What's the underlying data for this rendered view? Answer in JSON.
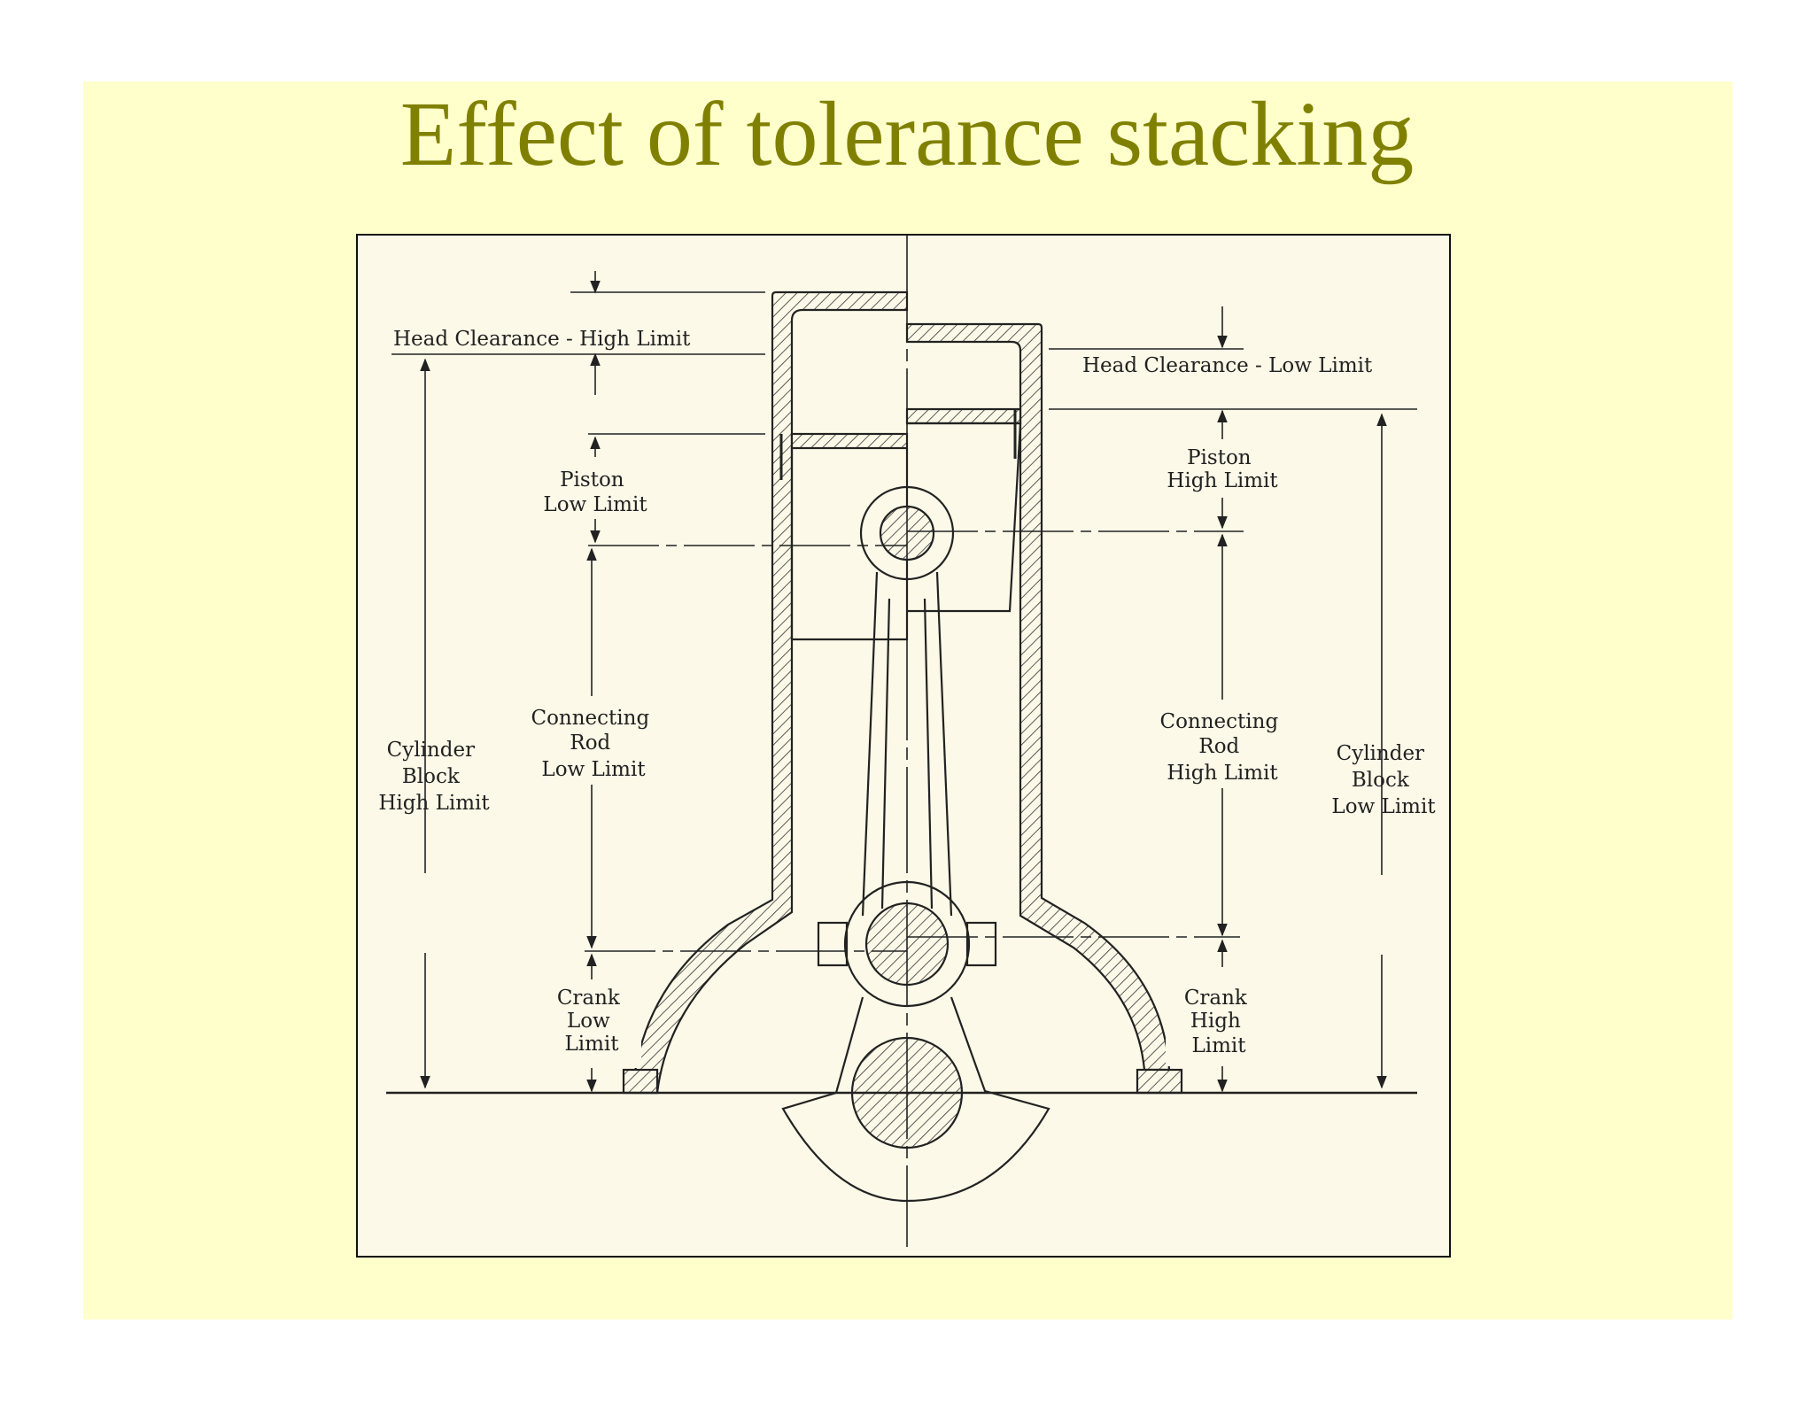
{
  "title": "Effect of tolerance stacking",
  "diagram": {
    "labels": {
      "head_high": "Head Clearance - High Limit",
      "head_low": "Head Clearance - Low Limit",
      "piston_low": [
        "Piston",
        "Low Limit"
      ],
      "piston_high": [
        "Piston",
        "High Limit"
      ],
      "rod_low": [
        "Connecting",
        "Rod",
        "Low Limit"
      ],
      "rod_high": [
        "Connecting",
        "Rod",
        "High Limit"
      ],
      "cyl_high": [
        "Cylinder",
        "Block",
        "High Limit"
      ],
      "cyl_low": [
        "Cylinder",
        "Block",
        "Low Limit"
      ],
      "crank_low": [
        "Crank",
        "Low",
        "Limit"
      ],
      "crank_high": [
        "Crank",
        "High",
        "Limit"
      ]
    }
  }
}
